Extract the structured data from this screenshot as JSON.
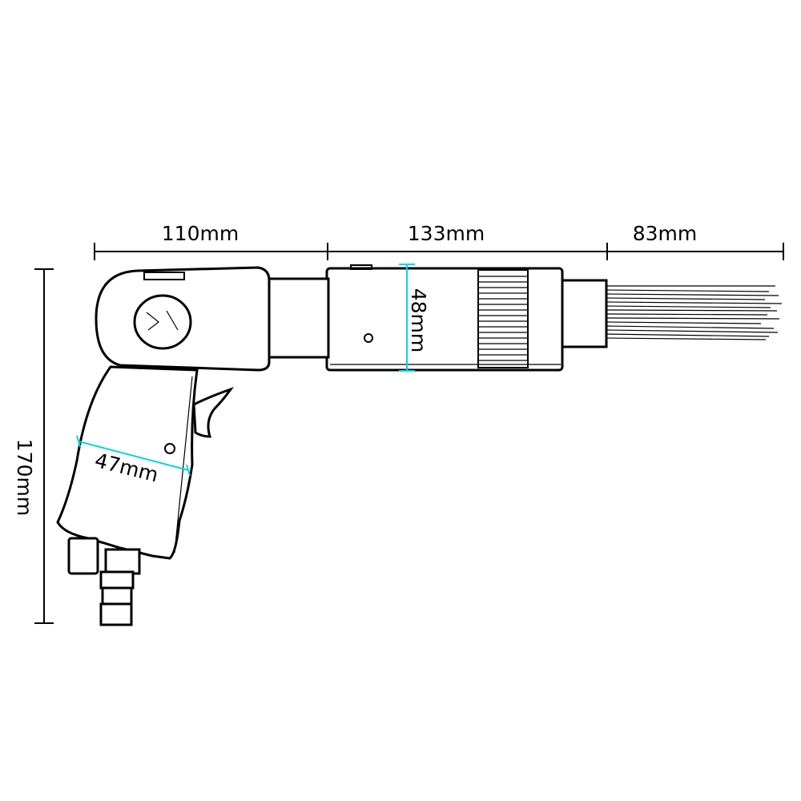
{
  "diagram": {
    "dimensions": {
      "handle_section": "110mm",
      "barrel_section": "133mm",
      "needles_section": "83mm",
      "overall_height": "170mm",
      "barrel_diameter": "48mm",
      "grip_width": "47mm"
    },
    "colors": {
      "line": "#000000",
      "measure_accent": "#00d7e6",
      "background": "#ffffff"
    }
  }
}
